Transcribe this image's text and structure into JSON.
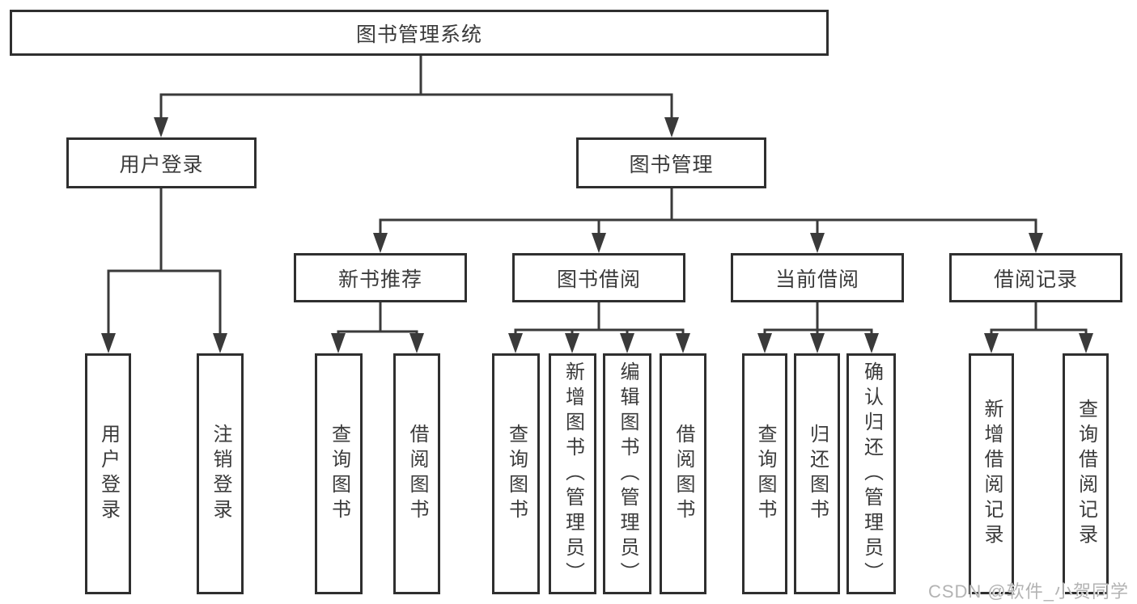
{
  "diagram": {
    "type": "tree",
    "title": "图书管理系统",
    "colors": {
      "line": "#3a3a3a",
      "box_border": "#2f2f2f",
      "text": "#3b3b3b",
      "background": "#ffffff",
      "watermark_text_color": "#b3b3b3"
    },
    "tree": {
      "label": "图书管理系统",
      "children": [
        {
          "label": "用户登录",
          "children": [
            {
              "label": "用户登录"
            },
            {
              "label": "注销登录"
            }
          ]
        },
        {
          "label": "图书管理",
          "children": [
            {
              "label": "新书推荐",
              "children": [
                {
                  "label": "查询图书"
                },
                {
                  "label": "借阅图书"
                }
              ]
            },
            {
              "label": "图书借阅",
              "children": [
                {
                  "label": "查询图书"
                },
                {
                  "label": "新增图书（管理员）"
                },
                {
                  "label": "编辑图书（管理员）"
                },
                {
                  "label": "借阅图书"
                }
              ]
            },
            {
              "label": "当前借阅",
              "children": [
                {
                  "label": "查询图书"
                },
                {
                  "label": "归还图书"
                },
                {
                  "label": "确认归还（管理员）"
                }
              ]
            },
            {
              "label": "借阅记录",
              "children": [
                {
                  "label": "新增借阅记录"
                },
                {
                  "label": "查询借阅记录"
                }
              ]
            }
          ]
        }
      ]
    },
    "watermark": {
      "text": "CSDN @软件_小贺同学"
    }
  }
}
